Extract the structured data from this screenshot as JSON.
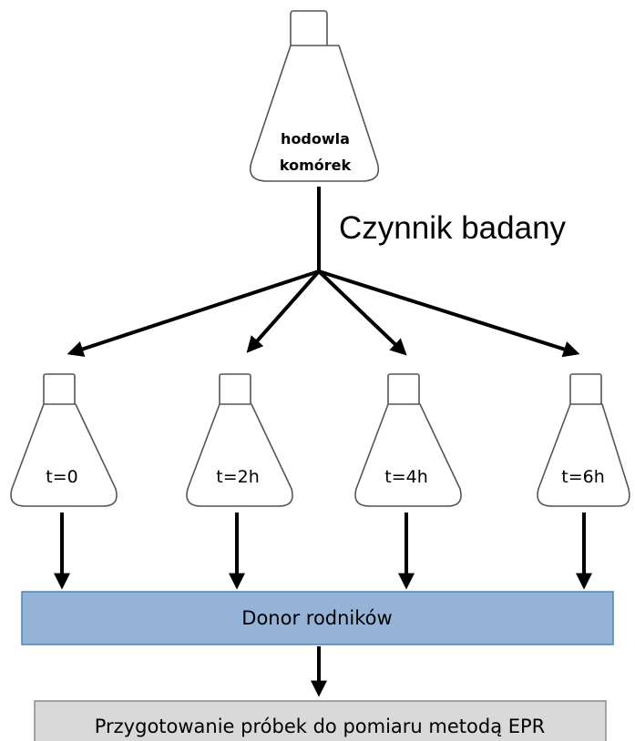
{
  "source_flask": {
    "label_line1": "hodowla",
    "label_line2": "komórek"
  },
  "factor_label": "Czynnik badany",
  "timepoints": [
    "t=0",
    "t=2h",
    "t=4h",
    "t=6h"
  ],
  "donor_box": {
    "label": "Donor rodników",
    "fill_color": "#95b3d7",
    "border_color": "#4f81bd"
  },
  "prep_box": {
    "label": "Przygotowanie próbek do pomiaru metodą EPR",
    "fill_color": "#d9d9d9",
    "border_color": "#8c8c8c"
  }
}
